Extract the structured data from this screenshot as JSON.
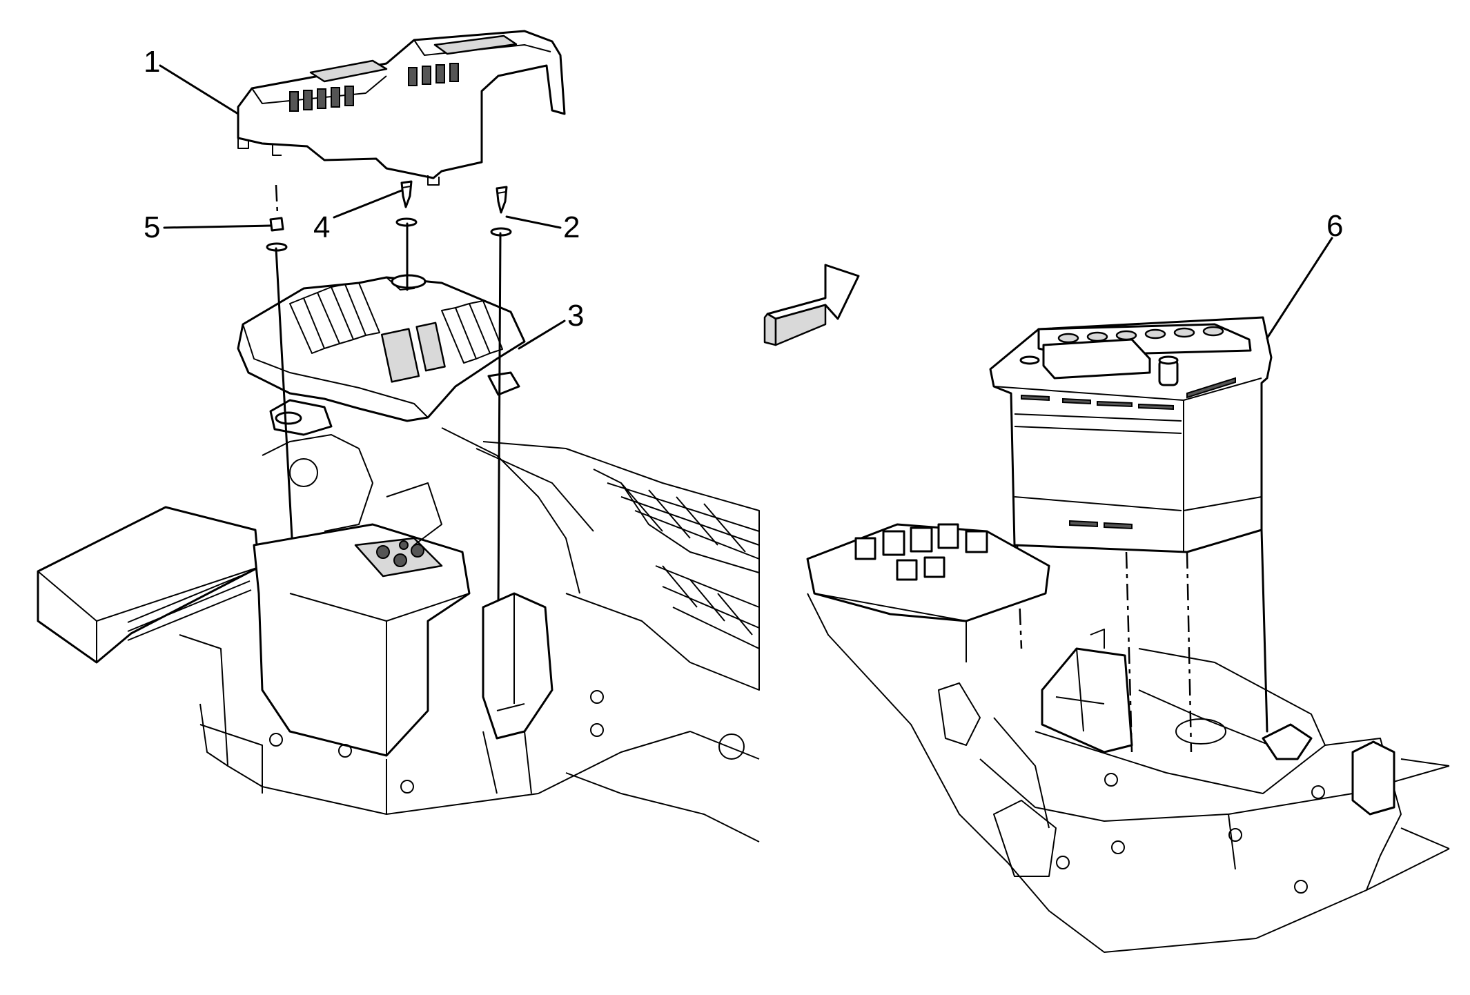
{
  "callouts": [
    {
      "id": "1",
      "label": "1",
      "part": "cover"
    },
    {
      "id": "2",
      "label": "2",
      "part": "bolt"
    },
    {
      "id": "3",
      "label": "3",
      "part": "control-module"
    },
    {
      "id": "4",
      "label": "4",
      "part": "bolt"
    },
    {
      "id": "5",
      "label": "5",
      "part": "nut"
    },
    {
      "id": "6",
      "label": "6",
      "part": "battery"
    }
  ],
  "icons": {
    "direction_arrow": "arrow-right-icon"
  }
}
